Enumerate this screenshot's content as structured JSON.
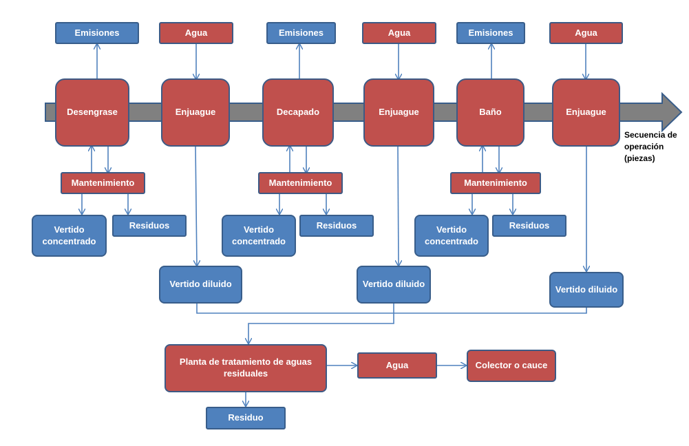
{
  "top_labels": {
    "emisiones_1": "Emisiones",
    "agua_1": "Agua",
    "emisiones_2": "Emisiones",
    "agua_2": "Agua",
    "emisiones_3": "Emisiones",
    "agua_3": "Agua"
  },
  "processes": {
    "desengrase": "Desengrase",
    "enjuague_1": "Enjuague",
    "decapado": "Decapado",
    "enjuague_2": "Enjuague",
    "bano": "Baño",
    "enjuague_3": "Enjuague"
  },
  "sequence_label": "Secuencia de operación (piezas)",
  "maintenance": {
    "m1": "Mantenimiento",
    "m2": "Mantenimiento",
    "m3": "Mantenimiento"
  },
  "outputs": {
    "vertido_concentrado_1": "Vertido concentrado",
    "residuos_1": "Residuos",
    "vertido_concentrado_2": "Vertido concentrado",
    "residuos_2": "Residuos",
    "vertido_concentrado_3": "Vertido concentrado",
    "residuos_3": "Residuos",
    "vertido_diluido_1": "Vertido diluido",
    "vertido_diluido_2": "Vertido diluido",
    "vertido_diluido_3": "Vertido diluido"
  },
  "treatment": {
    "planta": "Planta de tratamiento de aguas residuales",
    "agua": "Agua",
    "colector": "Colector o cauce",
    "residuo": "Residuo"
  },
  "colors": {
    "red": "#c0504d",
    "blue": "#4f81bd",
    "arrow_body": "#808080",
    "connector": "#4f81bd"
  }
}
